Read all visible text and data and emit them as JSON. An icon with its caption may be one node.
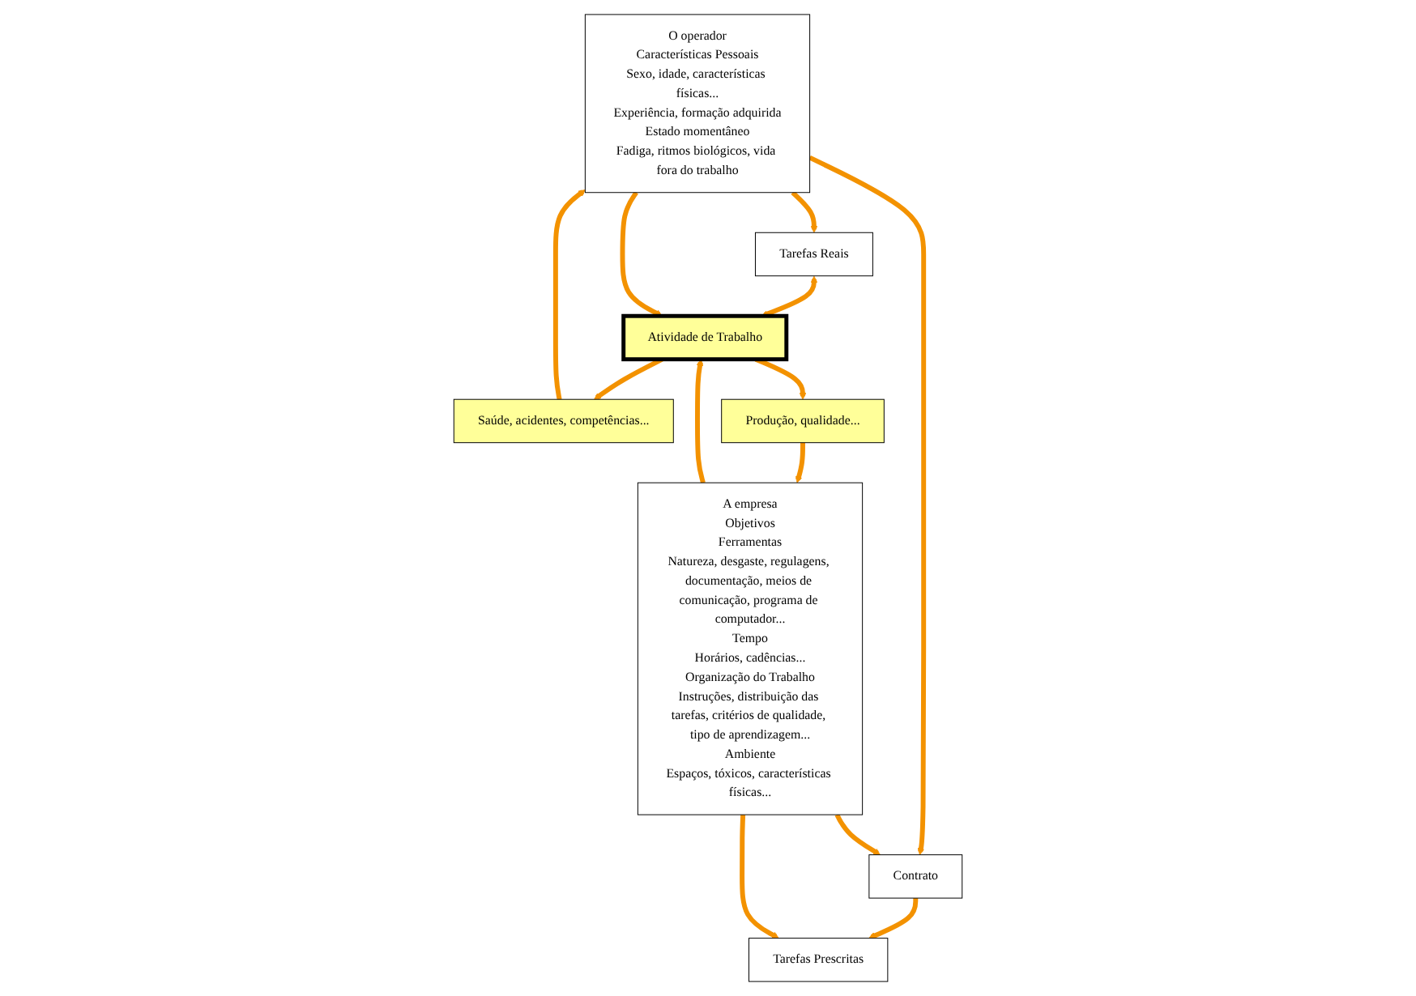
{
  "diagram": {
    "nodes": [
      {
        "text": [
          "O operador",
          "Características Pessoais",
          "Sexo, idade, características físicas...",
          "Experiência, formação adquirida",
          "Estado momentâneo",
          "Fadiga, ritmos biológicos, vida fora do trabalho"
        ]
      },
      {
        "text": [
          "Contrato"
        ]
      },
      {
        "text": [
          "Tarefas Prescritas"
        ]
      },
      {
        "text": [
          "Tarefas Reais"
        ]
      },
      {
        "text": [
          "Atividade de Trabalho"
        ]
      },
      {
        "text": [
          "A empresa",
          "Objetivos",
          "Ferramentas",
          "Natureza, desgaste, regulagens, documentação, meios de comunicação, programa de computador...",
          "Tempo",
          "Horários, cadências...",
          "Organização do Trabalho",
          "Instruções, distribuição das tarefas, critérios de qualidade, tipo de aprendizagem...",
          "Ambiente",
          "Espaços, tóxicos, características físicas..."
        ]
      },
      {
        "text": [
          "Saúde, acidentes, competências..."
        ]
      },
      {
        "text": [
          "Produção, qualidade..."
        ]
      }
    ],
    "edges": [
      {
        "from": 0,
        "to": 1,
        "arrow": "to"
      },
      {
        "from": 5,
        "to": 1,
        "arrow": "to"
      },
      {
        "from": 1,
        "to": 2,
        "arrow": "to"
      },
      {
        "from": 5,
        "to": 2,
        "arrow": "to"
      },
      {
        "from": 0,
        "to": 3,
        "arrow": "to"
      },
      {
        "from": 3,
        "to": 4,
        "arrow": "both"
      },
      {
        "from": 0,
        "to": 4,
        "arrow": "to"
      },
      {
        "from": 5,
        "to": 4,
        "arrow": "to"
      },
      {
        "from": 4,
        "to": 6,
        "arrow": "to"
      },
      {
        "from": 4,
        "to": 7,
        "arrow": "to"
      },
      {
        "from": 6,
        "to": 0,
        "arrow": "to"
      },
      {
        "from": 7,
        "to": 5,
        "arrow": "to"
      }
    ]
  }
}
